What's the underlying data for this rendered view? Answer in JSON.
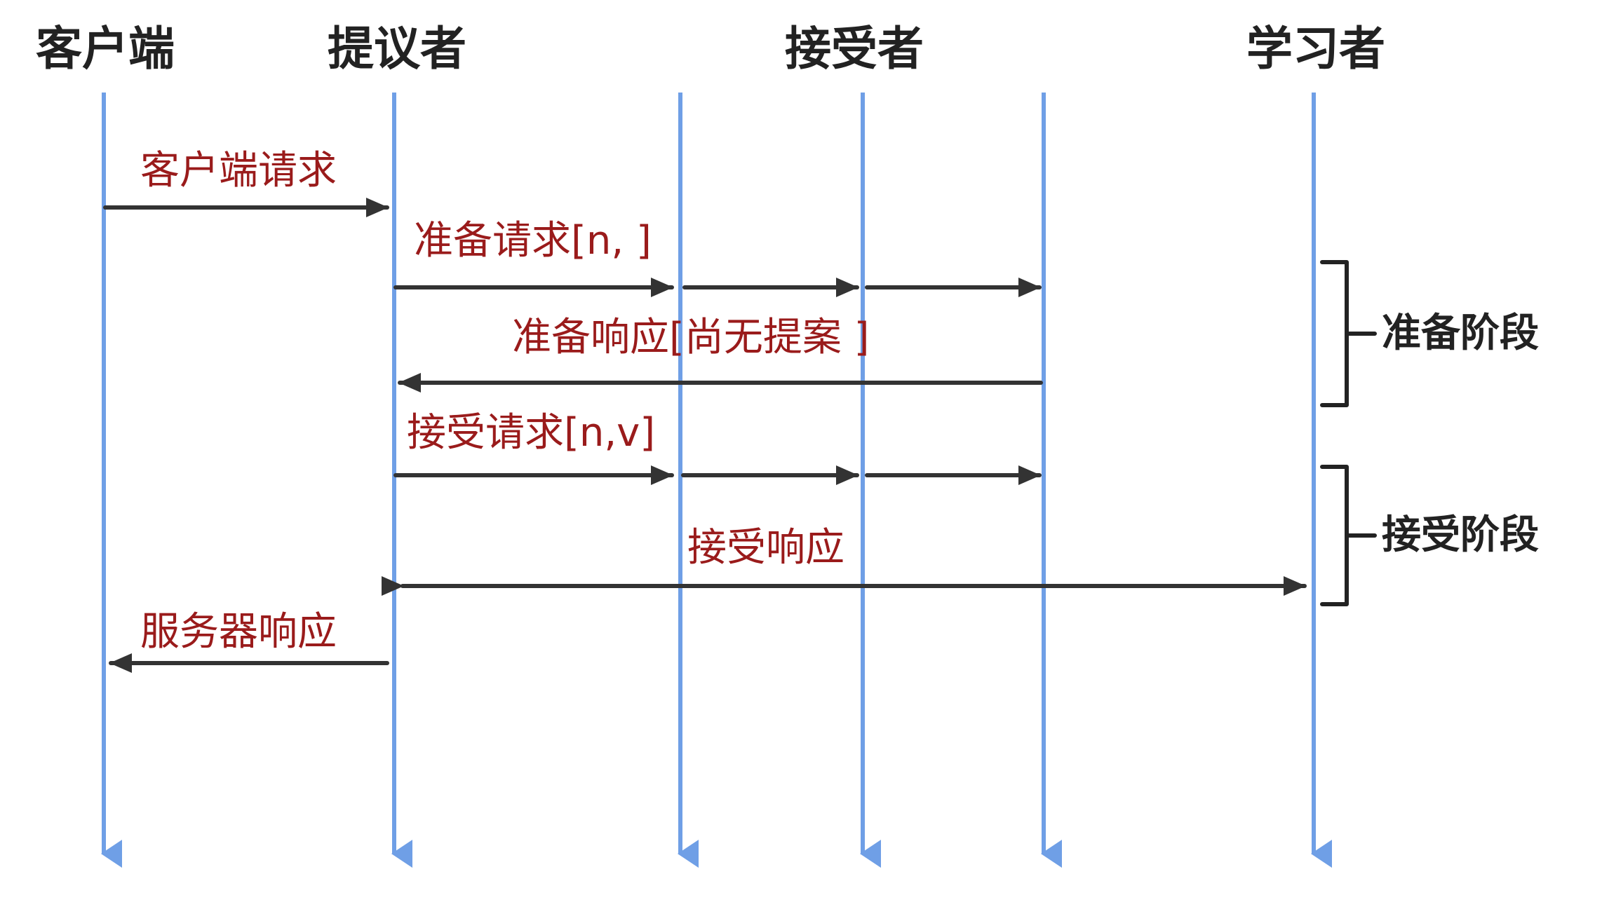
{
  "actors": {
    "client": "客户端",
    "proposer": "提议者",
    "acceptor": "接受者",
    "learner": "学习者"
  },
  "messages": {
    "client_request": "客户端请求",
    "prepare_request": "准备请求[n, ]",
    "prepare_response": "准备响应[尚无提案 ]",
    "accept_request": "接受请求[n,v]",
    "accept_response": "接受响应",
    "server_response": "服务器响应"
  },
  "phases": {
    "prepare": "准备阶段",
    "accept": "接受阶段"
  },
  "colors": {
    "lifeline": "#6f9fe6",
    "arrow": "#333333",
    "message_text": "#9a1b1b",
    "actor_text": "#222222"
  }
}
